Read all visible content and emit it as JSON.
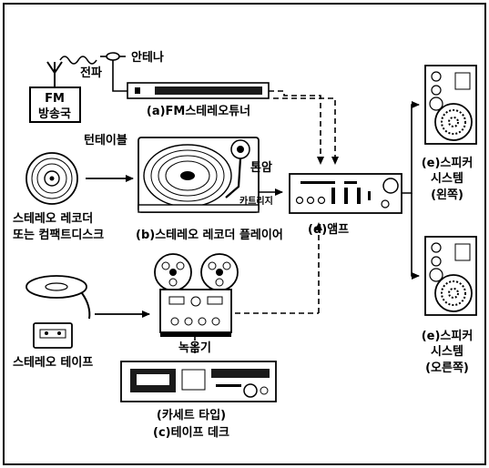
{
  "labels": {
    "fm_station": [
      "FM",
      "방송국"
    ],
    "radio_wave": "전파",
    "antenna": "안테나",
    "tuner": "(a)FM스테레오튜너",
    "turntable": "턴테이블",
    "tonearm": "톤암",
    "cartridge": "카트리지",
    "record_source": [
      "스테레오 레코더",
      "또는 컴팩트디스크"
    ],
    "record_player": "(b)스테레오 레코더 플레이어",
    "amp": "(d)앰프",
    "recorder": "녹음기",
    "tape_source": "스테레오 테이프",
    "tape_deck": [
      "(카세트 타입)",
      "(c)테이프 데크"
    ],
    "speaker_left": [
      "(e)스피커",
      "시스템",
      "(왼쪽)"
    ],
    "speaker_right": [
      "(e)스피커",
      "시스템",
      "(오른쪽)"
    ]
  },
  "colors": {
    "line": "#000000",
    "background": "#ffffff",
    "panel": "#1a1a1a"
  }
}
